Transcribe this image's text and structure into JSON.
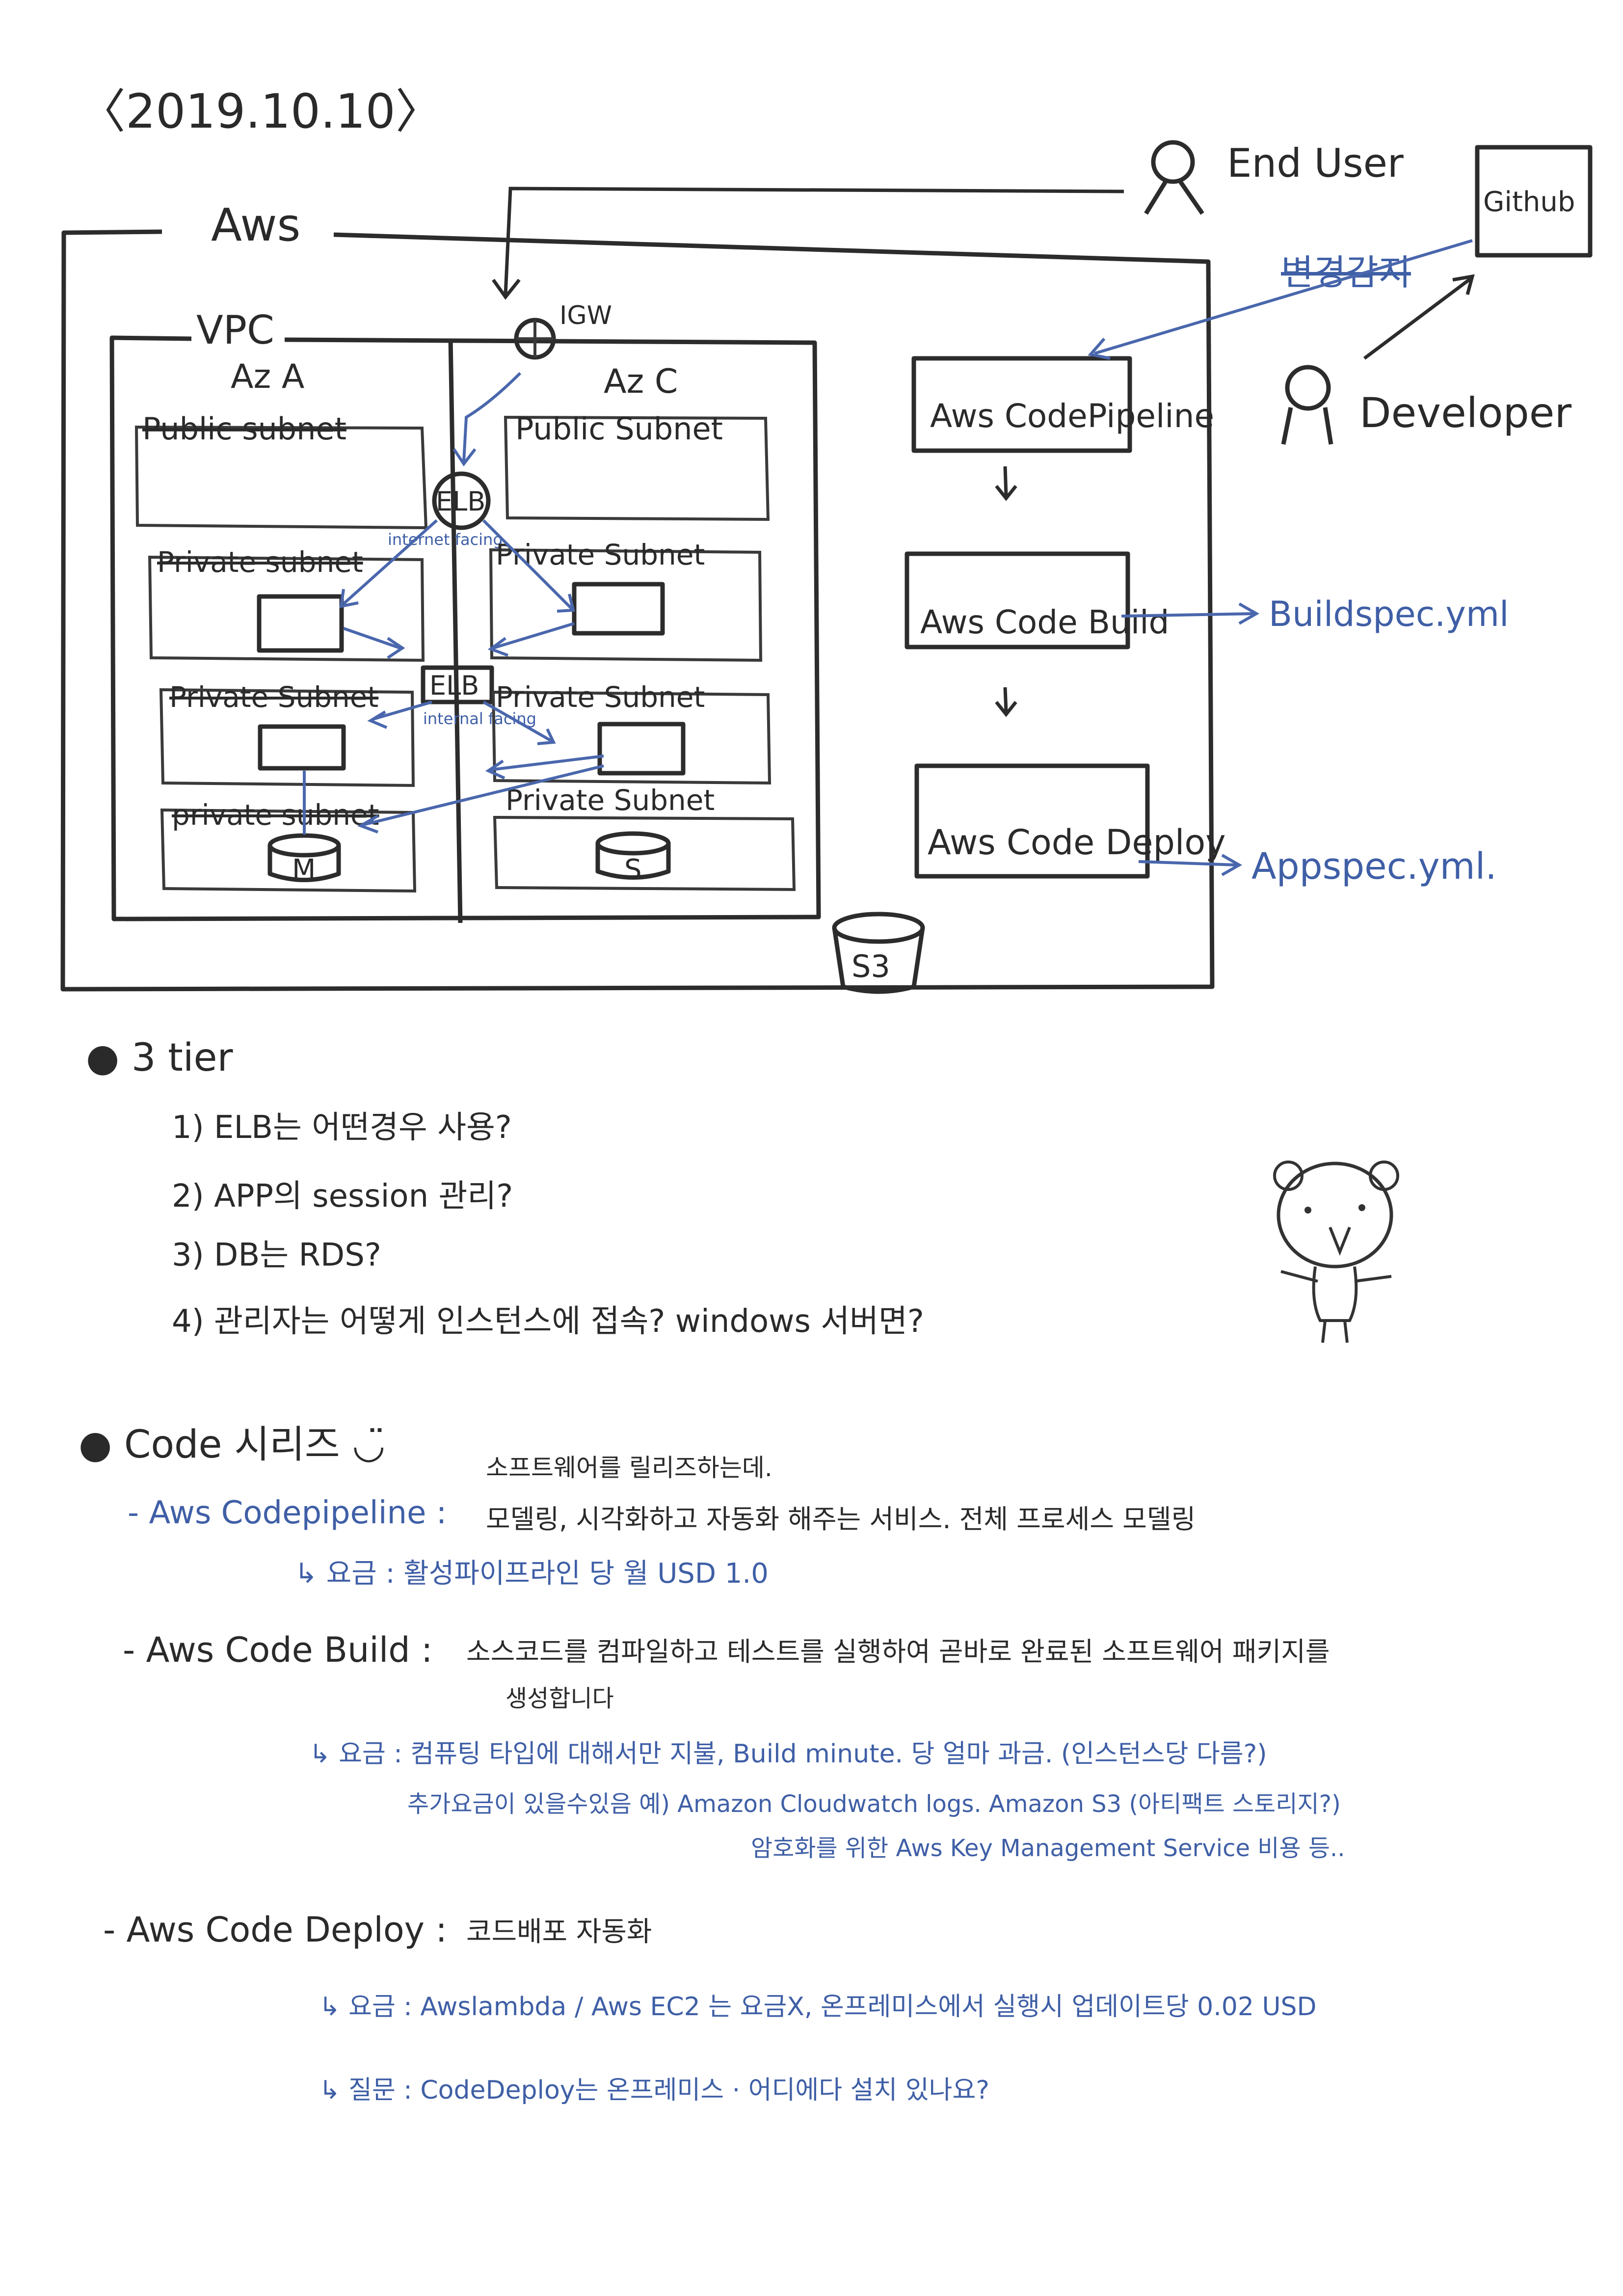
{
  "date": "〈2019.10.10〉",
  "diagram": {
    "aws": "Aws",
    "vpc": "VPC",
    "igw": "IGW",
    "az_a": "Az A",
    "az_c": "Az C",
    "public_subnet_a": "Public subnet",
    "public_subnet_c": "Public Subnet",
    "private_subnet_1a": "Private subnet",
    "private_subnet_1c": "Private Subnet",
    "private_subnet_2a": "Private Subnet",
    "private_subnet_2c": "Private Subnet",
    "private_subnet_3a": "private subnet",
    "private_subnet_3c": "Private Subnet",
    "elb_top": "ELB",
    "elb_top_note": "internet facing",
    "elb_mid": "ELB",
    "elb_mid_note": "internal facing",
    "db_master": "M",
    "db_slave": "S",
    "s3": "S3",
    "end_user": "End User",
    "github": "Github",
    "change_detect": "변경감지",
    "developer": "Developer",
    "codepipeline": "Aws CodePipeline",
    "codebuild": "Aws Code Build",
    "codedeploy": "Aws Code Deploy",
    "buildspec": "Buildspec.yml",
    "appspec": "Appspec.yml."
  },
  "notes": {
    "tier_heading": "3 tier",
    "tier_items": [
      "1) ELB는 어떤경우 사용?",
      "2) APP의 session 관리?",
      "3) DB는 RDS?",
      "4) 관리자는 어떻게 인스턴스에 접속? windows 서버면?"
    ],
    "code_heading": "Code 시리즈 ◡̈",
    "pipeline_label": "- Aws Codepipeline :",
    "pipeline_note_above": "소프트웨어를 릴리즈하는데.",
    "pipeline_desc": "모델링, 시각화하고 자동화 해주는 서비스. 전체 프로세스 모델링",
    "pipeline_price": "↳ 요금 : 활성파이프라인 당 월 USD 1.0",
    "build_label": "- Aws Code Build :",
    "build_desc_1": "소스코드를 컴파일하고 테스트를 실행하여 곧바로 완료된 소프트웨어 패키지를",
    "build_desc_2": "생성합니다",
    "build_price_1": "↳ 요금 : 컴퓨팅 타입에 대해서만 지불, Build minute. 당 얼마 과금. (인스턴스당 다름?)",
    "build_price_2": "추가요금이 있을수있음 예) Amazon Cloudwatch logs. Amazon S3 (아티팩트 스토리지?)",
    "build_price_3": "암호화를 위한 Aws Key Management Service 비용 등..",
    "deploy_label": "- Aws Code Deploy :",
    "deploy_desc": "코드배포 자동화",
    "deploy_price": "↳ 요금 : Awslambda / Aws EC2 는 요금X, 온프레미스에서 실행시 업데이트당 0.02 USD",
    "deploy_question": "↳ 질문 : CodeDeploy는 온프레미스 · 어디에다 설치 있나요?"
  }
}
